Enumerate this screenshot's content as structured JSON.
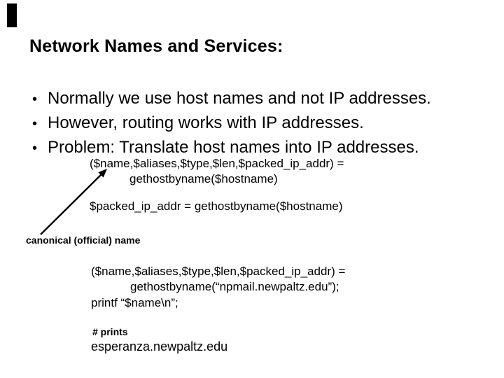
{
  "slide": {
    "title": "Network Names and Services:",
    "bullet_char": "•",
    "bullets": [
      "Normally we use host names and not IP addresses.",
      "However, routing works with IP addresses.",
      "Problem: Translate host names into IP addresses."
    ],
    "code_block_1": {
      "line1": "($name,$aliases,$type,$len,$packed_ip_addr) =",
      "line2": "gethostbyname($hostname)"
    },
    "code_line_packed": "$packed_ip_addr = gethostbyname($hostname)",
    "label_canonical": "canonical (official) name",
    "code_block_2": {
      "line1": "($name,$aliases,$type,$len,$packed_ip_addr) =",
      "line2": "gethostbyname(“npmail.newpaltz.edu”);",
      "line3": "printf “$name\\n”;"
    },
    "label_prints": "# prints",
    "output_text": "esperanza.newpaltz.edu",
    "colors": {
      "text": "#000000",
      "background": "#ffffff"
    }
  }
}
